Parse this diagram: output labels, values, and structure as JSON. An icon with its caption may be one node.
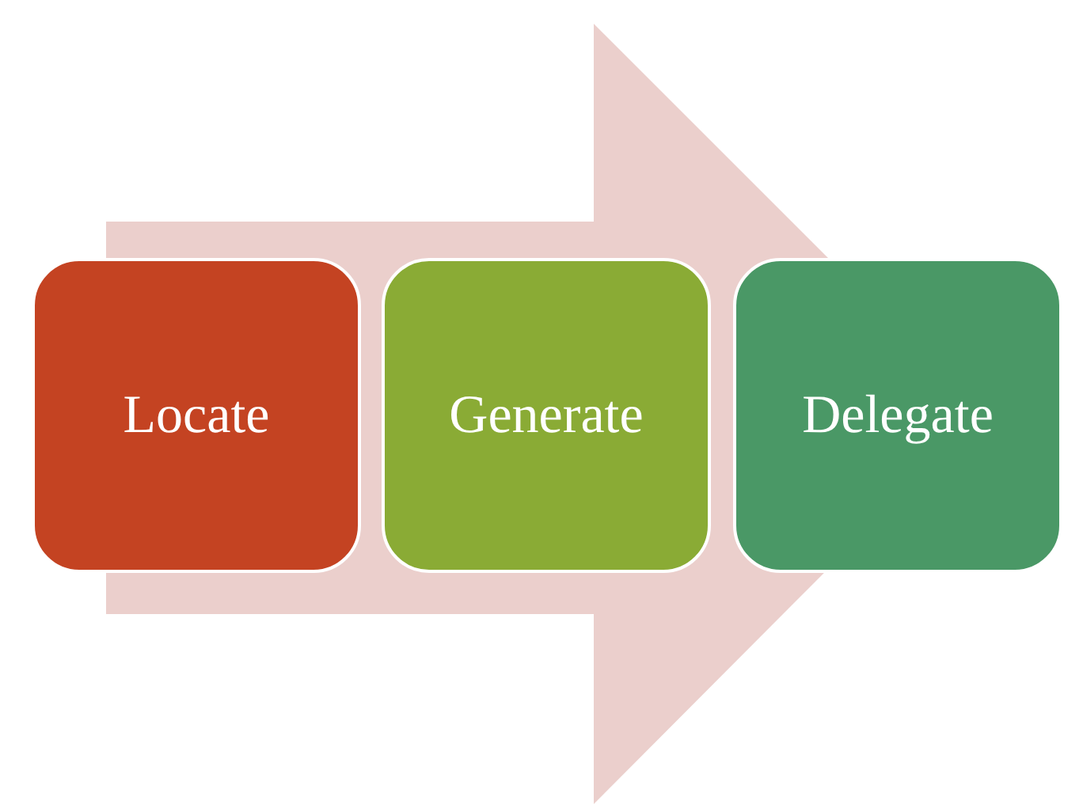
{
  "diagram": {
    "nodes": [
      {
        "text": [
          "Locate"
        ]
      },
      {
        "text": [
          "Generate"
        ]
      },
      {
        "text": [
          "Delegate"
        ]
      }
    ],
    "edges": [
      {
        "from": 0,
        "to": 2,
        "arrow": "to"
      }
    ]
  }
}
